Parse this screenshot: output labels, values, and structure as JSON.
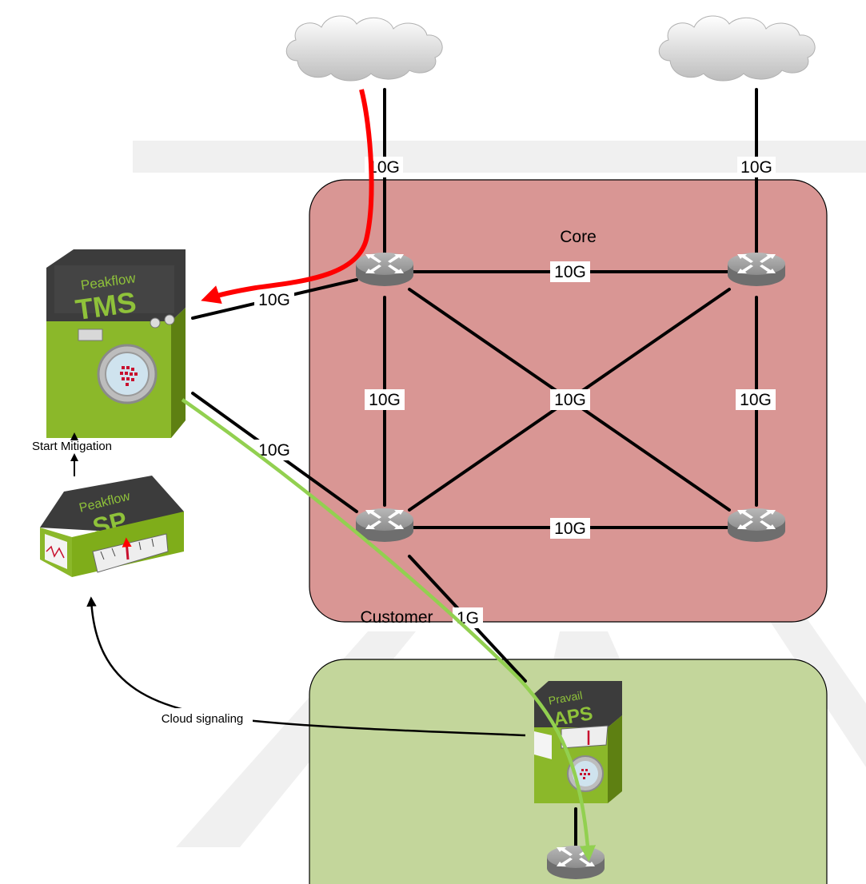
{
  "zones": {
    "core": "Core",
    "customer": "Customer"
  },
  "links": {
    "isp1_uplink": "10G",
    "isp2_uplink": "10G",
    "core_top": "10G",
    "core_left": "10G",
    "core_right": "10G",
    "core_diagonal": "10G",
    "core_bottom": "10G",
    "tms_upper": "10G",
    "tms_lower": "10G",
    "customer_uplink": "1G"
  },
  "devices": {
    "tms": {
      "brand": "Peakflow",
      "model": "TMS"
    },
    "sp": {
      "brand": "Peakflow",
      "model": "SP"
    },
    "aps": {
      "brand": "Pravail",
      "model": "APS"
    }
  },
  "signals": {
    "start_mitigation": "Start Mitigation",
    "cloud_signaling": "Cloud signaling"
  },
  "colors": {
    "core_zone": "#d99694",
    "customer_zone": "#c3d69b",
    "attack_traffic": "#ff0000",
    "clean_traffic": "#92d050",
    "device_green": "#7fad1a",
    "device_top": "#3c3c3c"
  }
}
